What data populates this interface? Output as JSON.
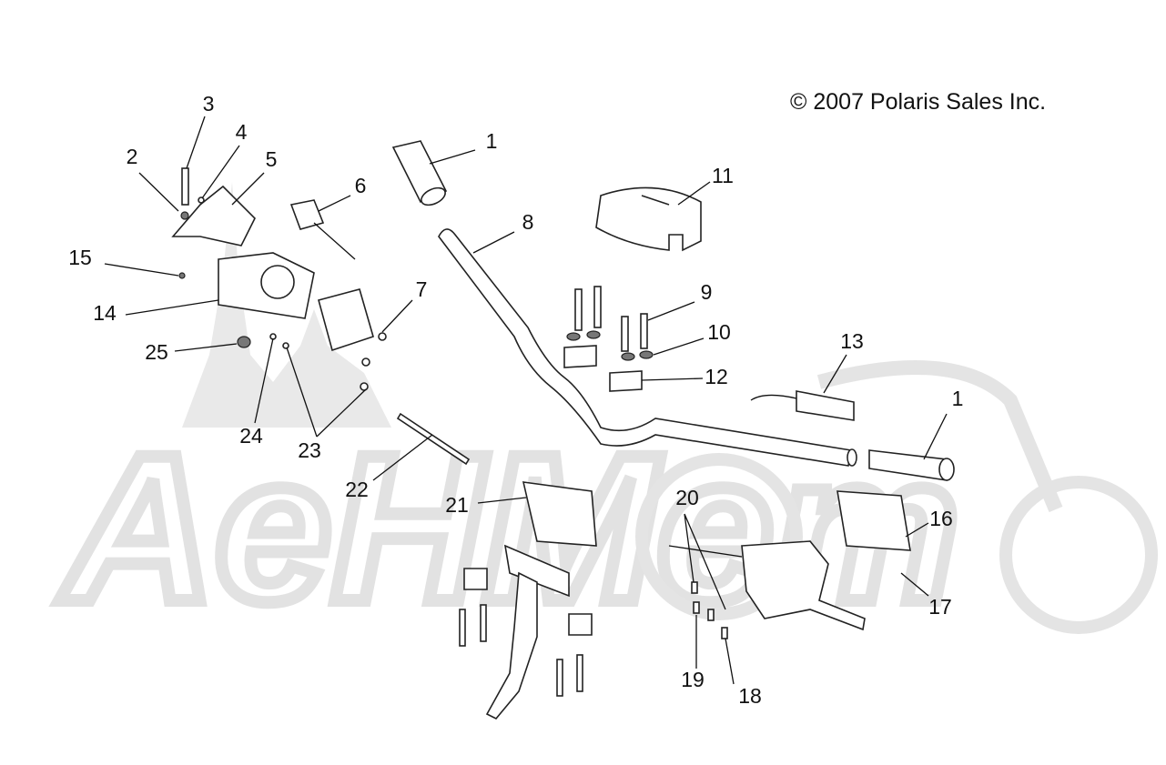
{
  "copyright": "© 2007 Polaris Sales Inc.",
  "watermark": "AeHMem",
  "callouts": {
    "c1a": "1",
    "c1b": "1",
    "c2": "2",
    "c3": "3",
    "c4": "4",
    "c5": "5",
    "c6": "6",
    "c7": "7",
    "c8": "8",
    "c9": "9",
    "c10": "10",
    "c11": "11",
    "c12": "12",
    "c13": "13",
    "c14": "14",
    "c15": "15",
    "c16": "16",
    "c17": "17",
    "c18": "18",
    "c19": "19",
    "c20": "20",
    "c21": "21",
    "c22": "22",
    "c23": "23",
    "c24": "24",
    "c25": "25"
  }
}
